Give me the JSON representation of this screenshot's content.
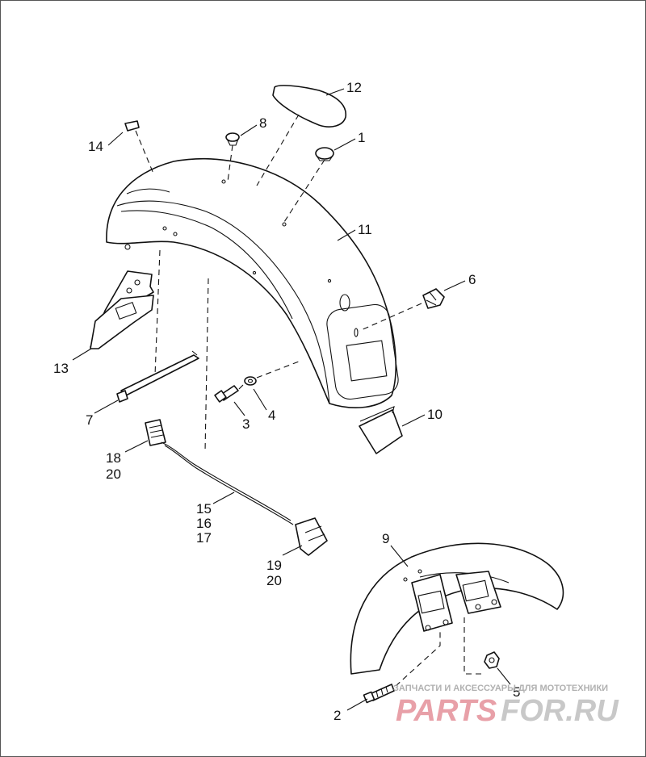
{
  "diagram": {
    "callouts": {
      "c1": "1",
      "c2": "2",
      "c3": "3",
      "c4": "4",
      "c5": "5",
      "c6": "6",
      "c7": "7",
      "c8": "8",
      "c9": "9",
      "c10": "10",
      "c11": "11",
      "c12": "12",
      "c13": "13",
      "c14": "14",
      "c15": "15",
      "c16": "16",
      "c17": "17",
      "c18": "18",
      "c20a": "20",
      "c19": "19",
      "c20b": "20"
    }
  },
  "watermark": {
    "tagline": "ЗАПЧАСТИ И АКСЕССУАРЫ ДЛЯ МОТОТЕХНИКИ",
    "brand_left": "PARTS",
    "brand_right": "FOR.RU",
    "colors": {
      "brand_left": "#e8a0a8",
      "brand_right": "#c8c8c8",
      "tagline": "#b0b0b0"
    }
  }
}
